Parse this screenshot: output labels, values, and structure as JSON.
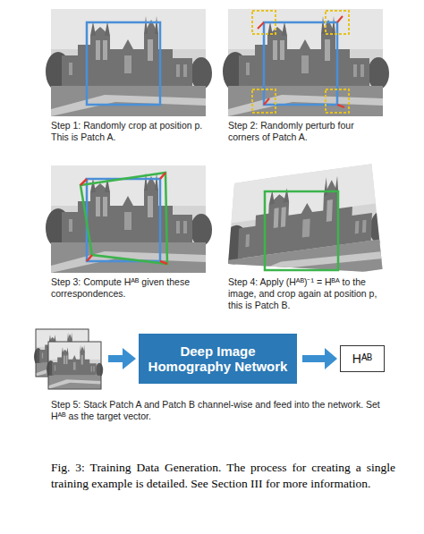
{
  "diagram": {
    "caption": "Fig. 3: Training Data Generation. The process for creating a single training example is detailed. See Section III for more information.",
    "nodes": [
      {
        "text": [
          "Deep Image Homography Network"
        ]
      },
      {
        "text": [
          "Hᴬᴮ"
        ]
      }
    ],
    "edges": [
      {
        "from": 0,
        "to": 1,
        "arrow": "to"
      }
    ],
    "labels": [
      "Step 1: Randomly crop at position p. This is Patch A.",
      "Step 2: Randomly perturb four corners of Patch A.",
      "Step 3: Compute Hᴬᴮ given these correspondences.",
      "Step 4: Apply (Hᴬᴮ)⁻¹ = Hᴮᴬ to the image, and crop again at position p, this is Patch B.",
      "Step 5: Stack Patch A and Patch B channel-wise and feed into the network. Set Hᴬᴮ as the target vector."
    ]
  }
}
